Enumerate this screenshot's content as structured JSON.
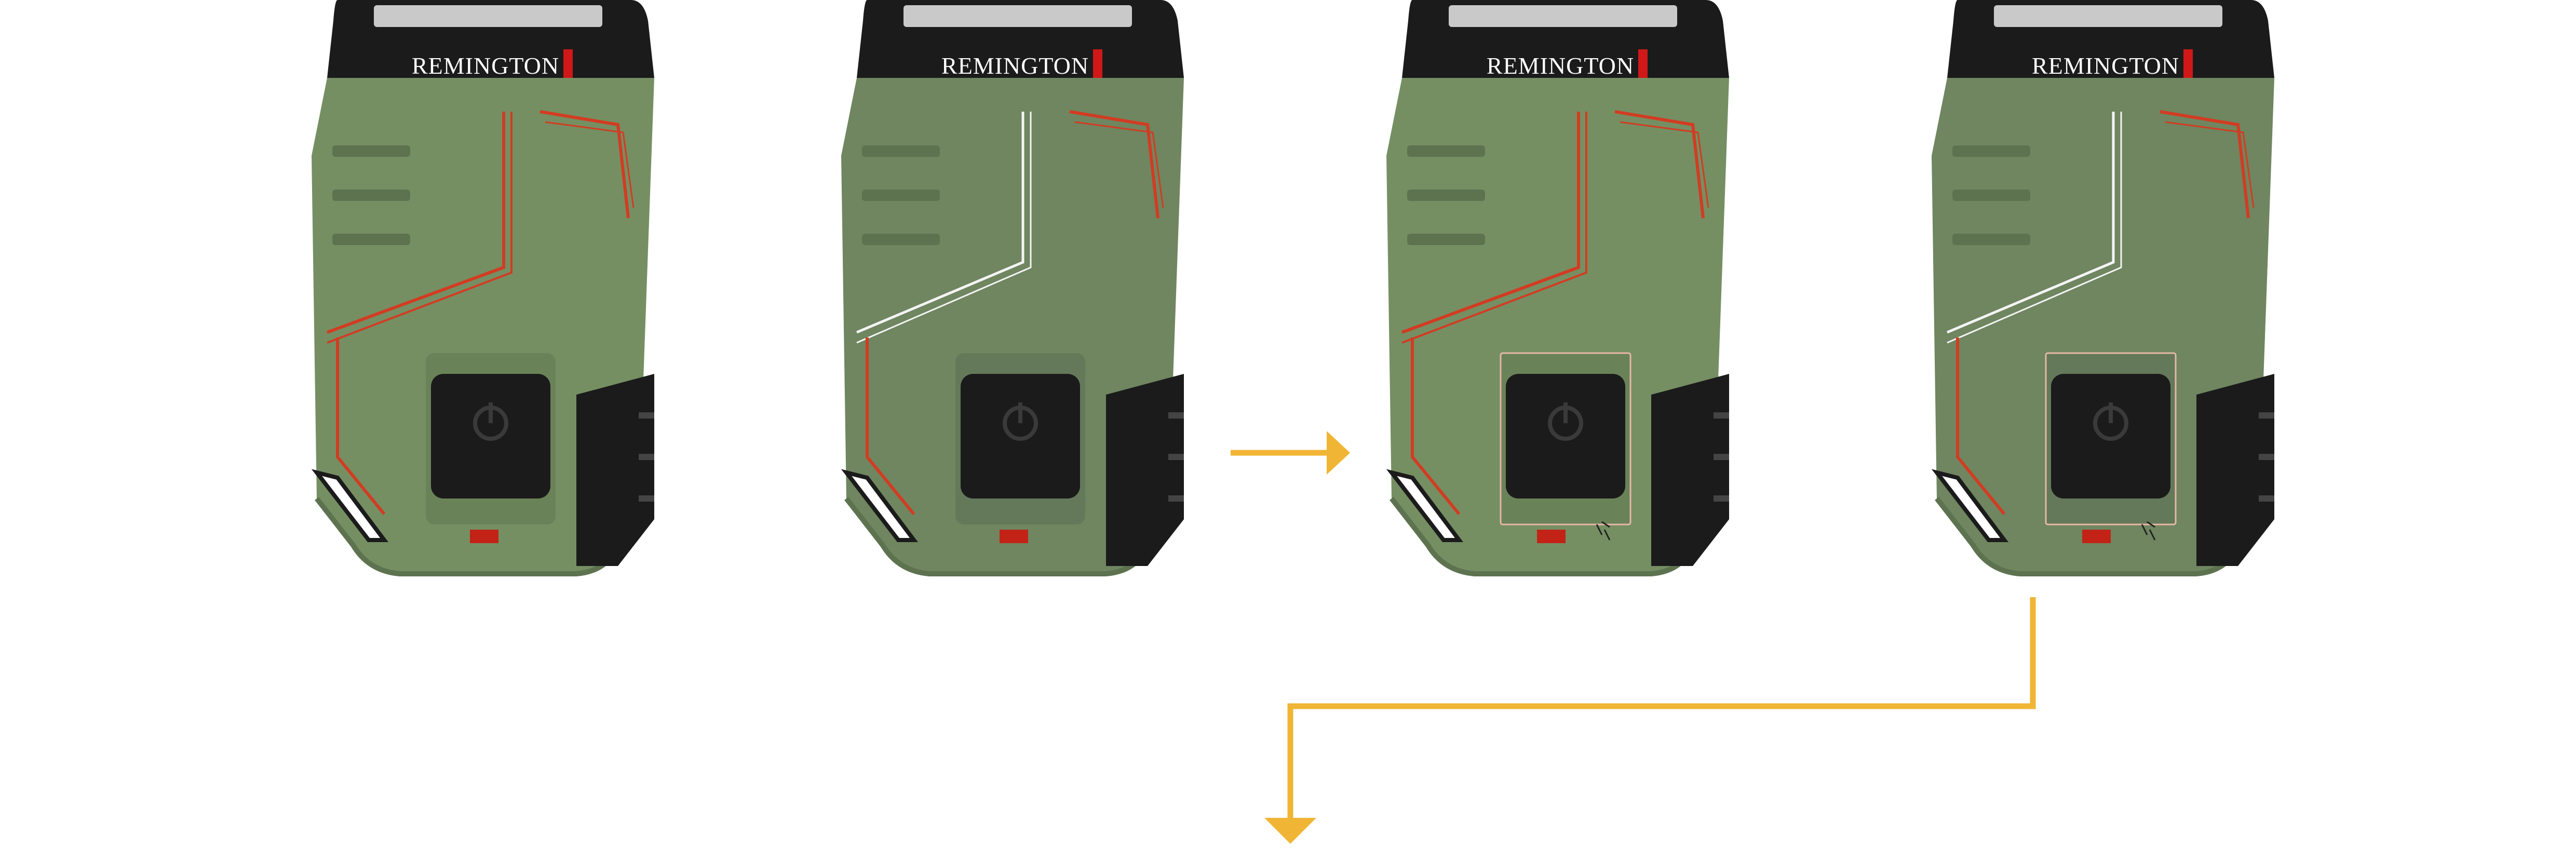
{
  "brand": "REMINGTON",
  "colors": {
    "body_green": "#758f63",
    "body_shadow": "#5d7350",
    "black_parts": "#1b1b1b",
    "accent_red": "#d23c22",
    "accent_white": "#f4f4f4",
    "flow_arrow": "#f0b534",
    "indicator": "#c22316"
  },
  "shavers": [
    {
      "id": "variant-1",
      "trim": "red",
      "highlight_box": false
    },
    {
      "id": "variant-2",
      "trim": "white",
      "highlight_box": false
    },
    {
      "id": "variant-3",
      "trim": "red",
      "highlight_box": true
    },
    {
      "id": "variant-4",
      "trim": "white",
      "highlight_box": true
    }
  ],
  "icons": {
    "power": "power-icon",
    "arrow": "flow-arrow-icon"
  }
}
